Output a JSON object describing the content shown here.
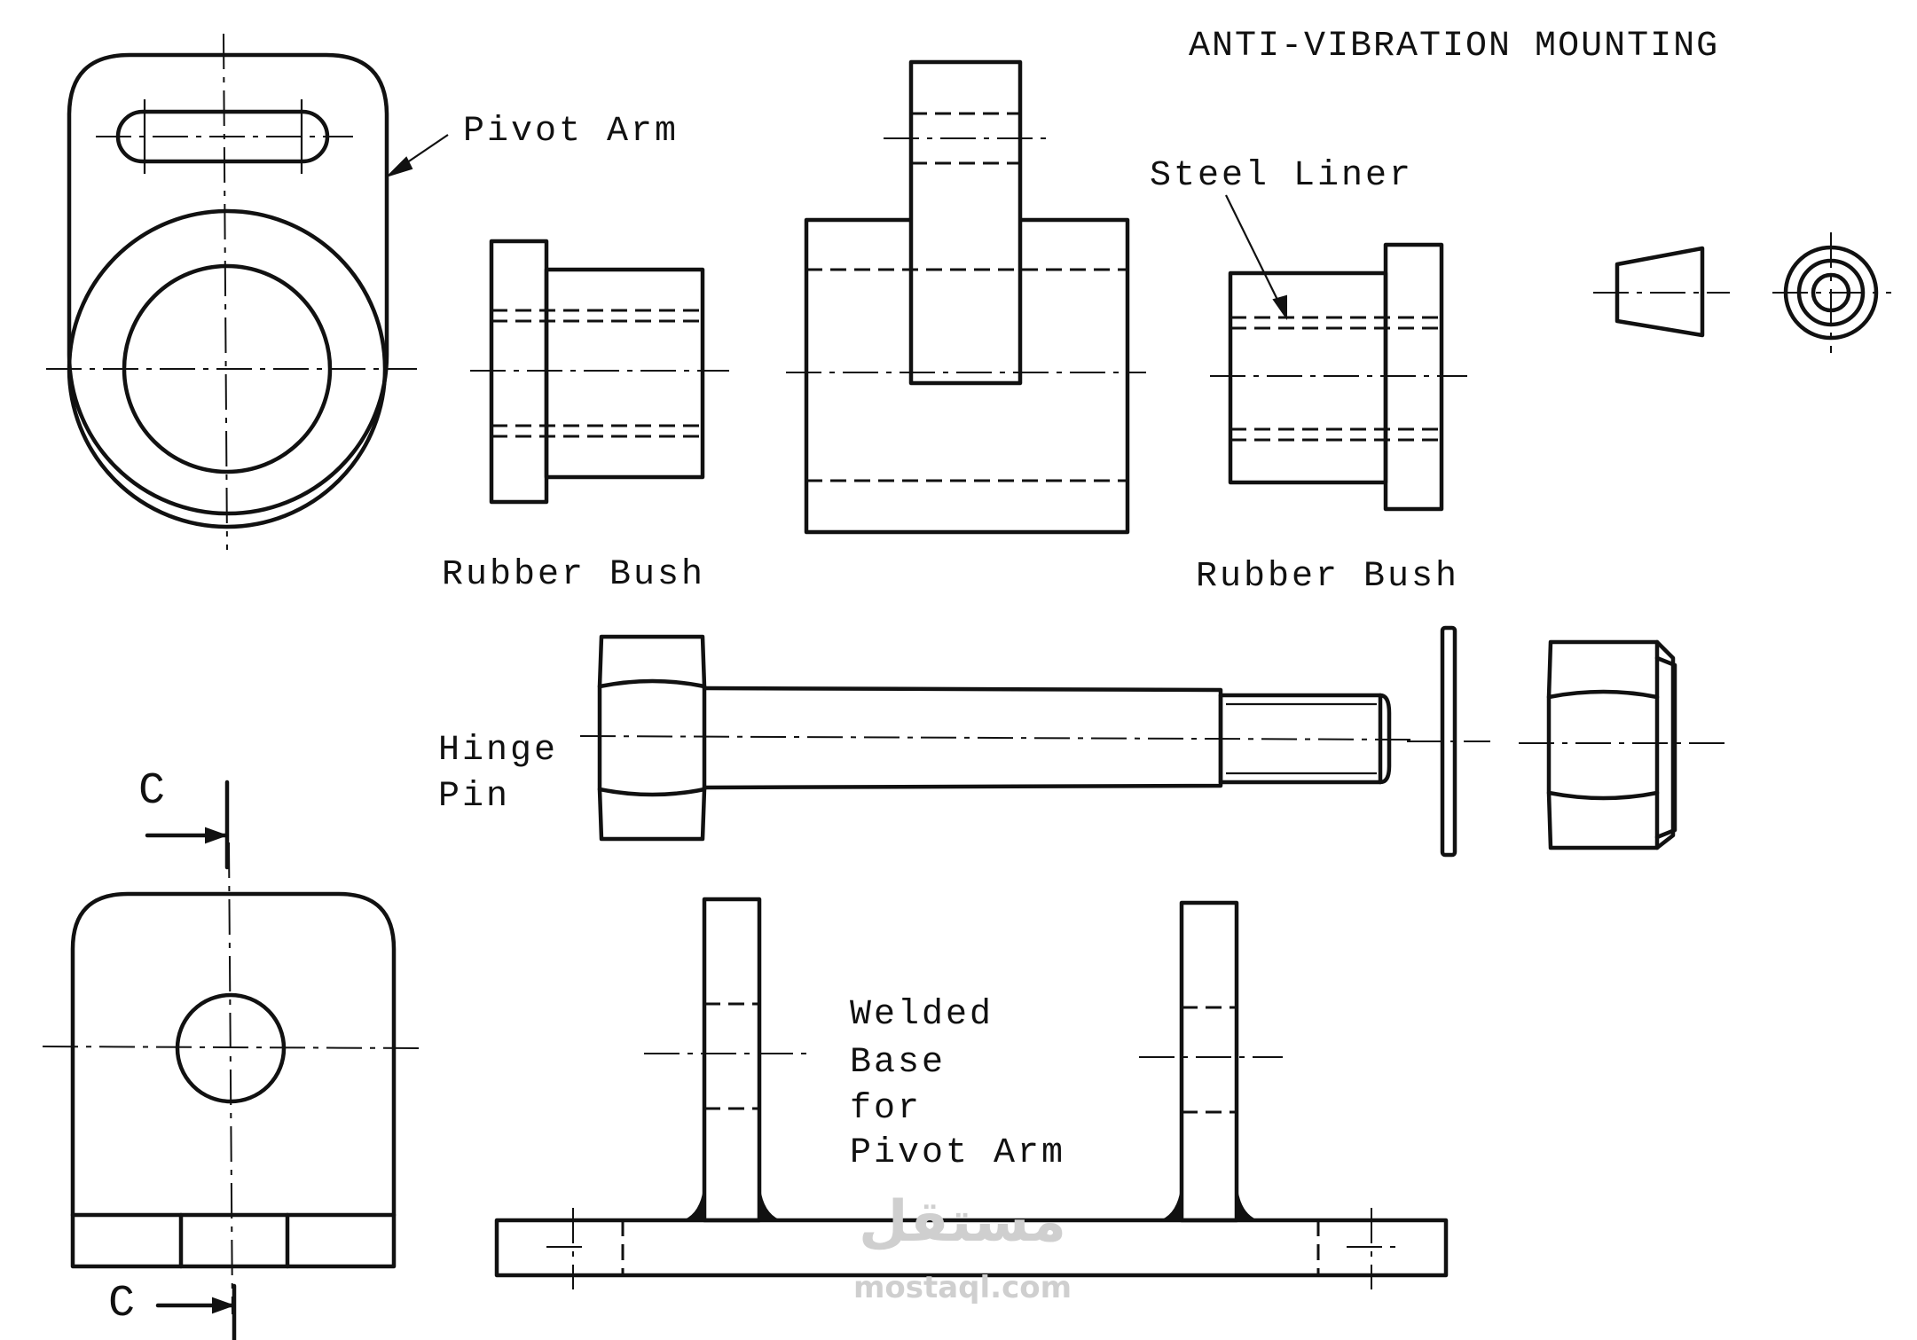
{
  "title": "ANTI-VIBRATION MOUNTING",
  "labels": {
    "pivot_arm": "Pivot Arm",
    "steel_liner": "Steel Liner",
    "rubber_bush_left": "Rubber Bush",
    "rubber_bush_right": "Rubber Bush",
    "hinge_pin_line1": "Hinge",
    "hinge_pin_line2": "Pin",
    "welded_base_line1": "Welded",
    "welded_base_line2": "Base",
    "welded_base_line3": "for",
    "welded_base_line4": "Pivot Arm",
    "section_top": "C",
    "section_bottom": "C"
  },
  "watermark": {
    "arabic": "مستقل",
    "latin": "mostaql.com"
  }
}
